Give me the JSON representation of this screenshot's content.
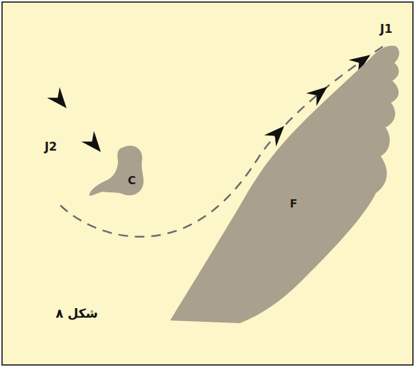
{
  "diagram": {
    "caption": "شکل ۸",
    "nodes": [
      {
        "text": [
          "C"
        ]
      },
      {
        "text": [
          "F"
        ]
      }
    ],
    "labels": [
      "J2",
      "J1"
    ]
  }
}
